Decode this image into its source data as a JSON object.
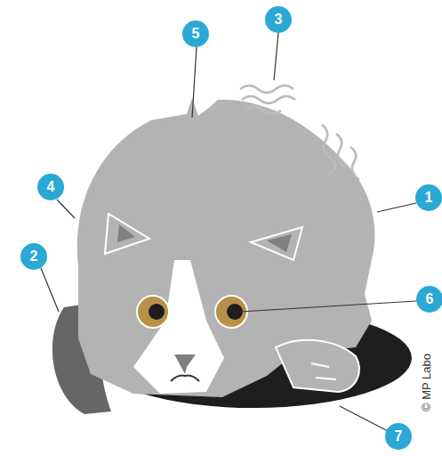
{
  "diagram": {
    "nodes": [
      {
        "text": [
          "3"
        ]
      },
      {
        "text": [
          "5"
        ]
      },
      {
        "text": [
          "4"
        ]
      },
      {
        "text": [
          "1"
        ]
      },
      {
        "text": [
          "2"
        ]
      },
      {
        "text": [
          "6"
        ]
      },
      {
        "text": [
          "7"
        ]
      }
    ],
    "labels": [
      "© MP Labo"
    ]
  }
}
